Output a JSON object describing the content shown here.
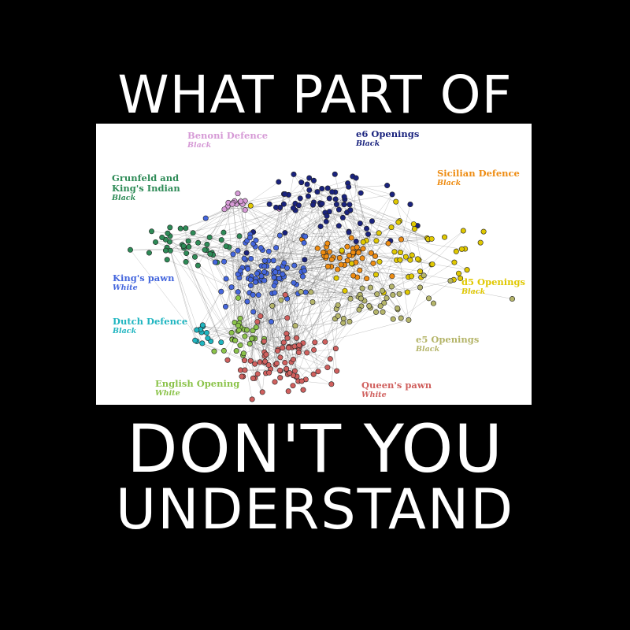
{
  "headline": {
    "line1": "WHAT PART OF",
    "line2": "DON'T YOU",
    "line3": "UNDERSTAND"
  },
  "figure": {
    "clusters": [
      {
        "key": "benoni",
        "name": "Benoni Defence",
        "side": "Black",
        "color": "#d69ad6"
      },
      {
        "key": "e6",
        "name": "e6 Openings",
        "side": "Black",
        "color": "#1a237e"
      },
      {
        "key": "sicilian",
        "name": "Sicilian Defence",
        "side": "Black",
        "color": "#ee8c12"
      },
      {
        "key": "grunfeld",
        "name": "Grunfeld and\nKing's Indian",
        "side": "Black",
        "color": "#2e8b57"
      },
      {
        "key": "kingspawn",
        "name": "King's pawn",
        "side": "White",
        "color": "#4466dd"
      },
      {
        "key": "d5",
        "name": "d5 Openings",
        "side": "Black",
        "color": "#e0c800"
      },
      {
        "key": "dutch",
        "name": "Dutch Defence",
        "side": "Black",
        "color": "#1fb5c0"
      },
      {
        "key": "e5",
        "name": "e5 Openings",
        "side": "Black",
        "color": "#b5b56a"
      },
      {
        "key": "english",
        "name": "English Opening",
        "side": "White",
        "color": "#8bc34a"
      },
      {
        "key": "queenspawn",
        "name": "Queen's pawn",
        "side": "White",
        "color": "#d0605e"
      }
    ]
  }
}
